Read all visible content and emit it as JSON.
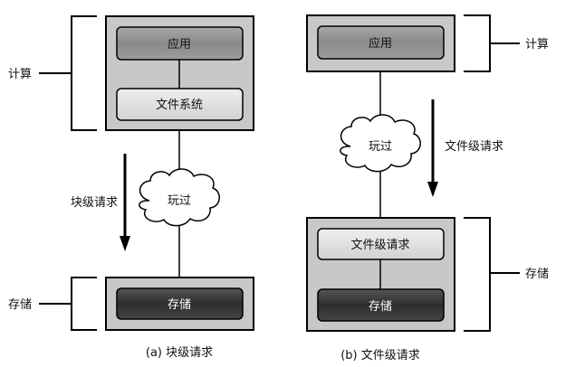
{
  "left": {
    "app_label": "应用",
    "fs_label": "文件系统",
    "cloud_label": "玩过",
    "storage_label": "存储",
    "compute_side_label": "计算",
    "storage_side_label": "存储",
    "arrow_label": "块级请求",
    "caption": "(a) 块级请求"
  },
  "right": {
    "app_label": "应用",
    "fs_label": "文件级请求",
    "cloud_label": "玩过",
    "storage_label": "存储",
    "compute_side_label": "计算",
    "storage_side_label": "存储",
    "arrow_label": "文件级请求",
    "caption": "(b) 文件级请求"
  },
  "colors": {
    "outer_box": "#c8c8c8",
    "app_button": "#8f8f8f",
    "fs_button": "#dcdcdc",
    "storage_button": "#3c3c3c"
  }
}
